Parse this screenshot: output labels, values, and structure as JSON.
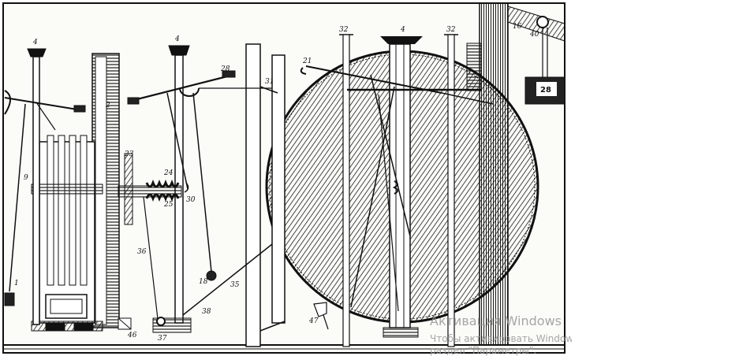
{
  "image": {
    "weight_label": "28",
    "part_labels": [
      "4",
      "4",
      "4",
      "32",
      "32",
      "16",
      "40",
      "21",
      "28",
      "23",
      "24",
      "25",
      "30",
      "31",
      "35",
      "36",
      "37",
      "38",
      "46",
      "47",
      "18",
      "2",
      "1",
      "9"
    ]
  },
  "activation_watermark": {
    "line1": "Активация Windows",
    "line2": "Чтобы активировать Windows",
    "line3": "раздел \"Параметры\"."
  }
}
